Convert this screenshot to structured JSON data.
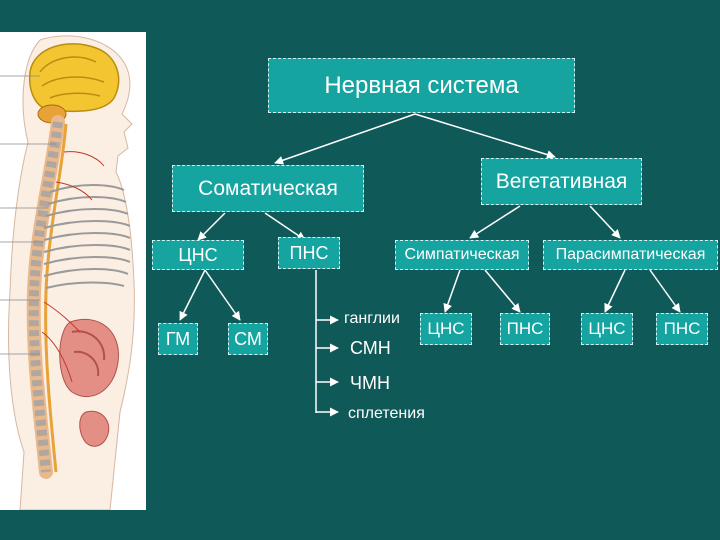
{
  "diagram": {
    "root": "Нервная система",
    "somatic": "Соматическая",
    "vegetative": "Вегетативная",
    "somatic_cns": "ЦНС",
    "somatic_pns": "ПНС",
    "brain": "ГМ",
    "spinal_cord": "СМ",
    "sympathetic": "Симпатическая",
    "parasympathetic": "Парасимпатическая",
    "symp_cns": "ЦНС",
    "symp_pns": "ПНС",
    "para_cns": "ЦНС",
    "para_pns": "ПНС",
    "pns_items": [
      "ганглии",
      "СМН",
      "ЧМН",
      "сплетения"
    ]
  },
  "colors": {
    "background": "#0f5a59",
    "box_fill": "#16a4a1",
    "box_border": "#d9f3f3",
    "text": "#ffffff",
    "connector": "#ffffff"
  }
}
